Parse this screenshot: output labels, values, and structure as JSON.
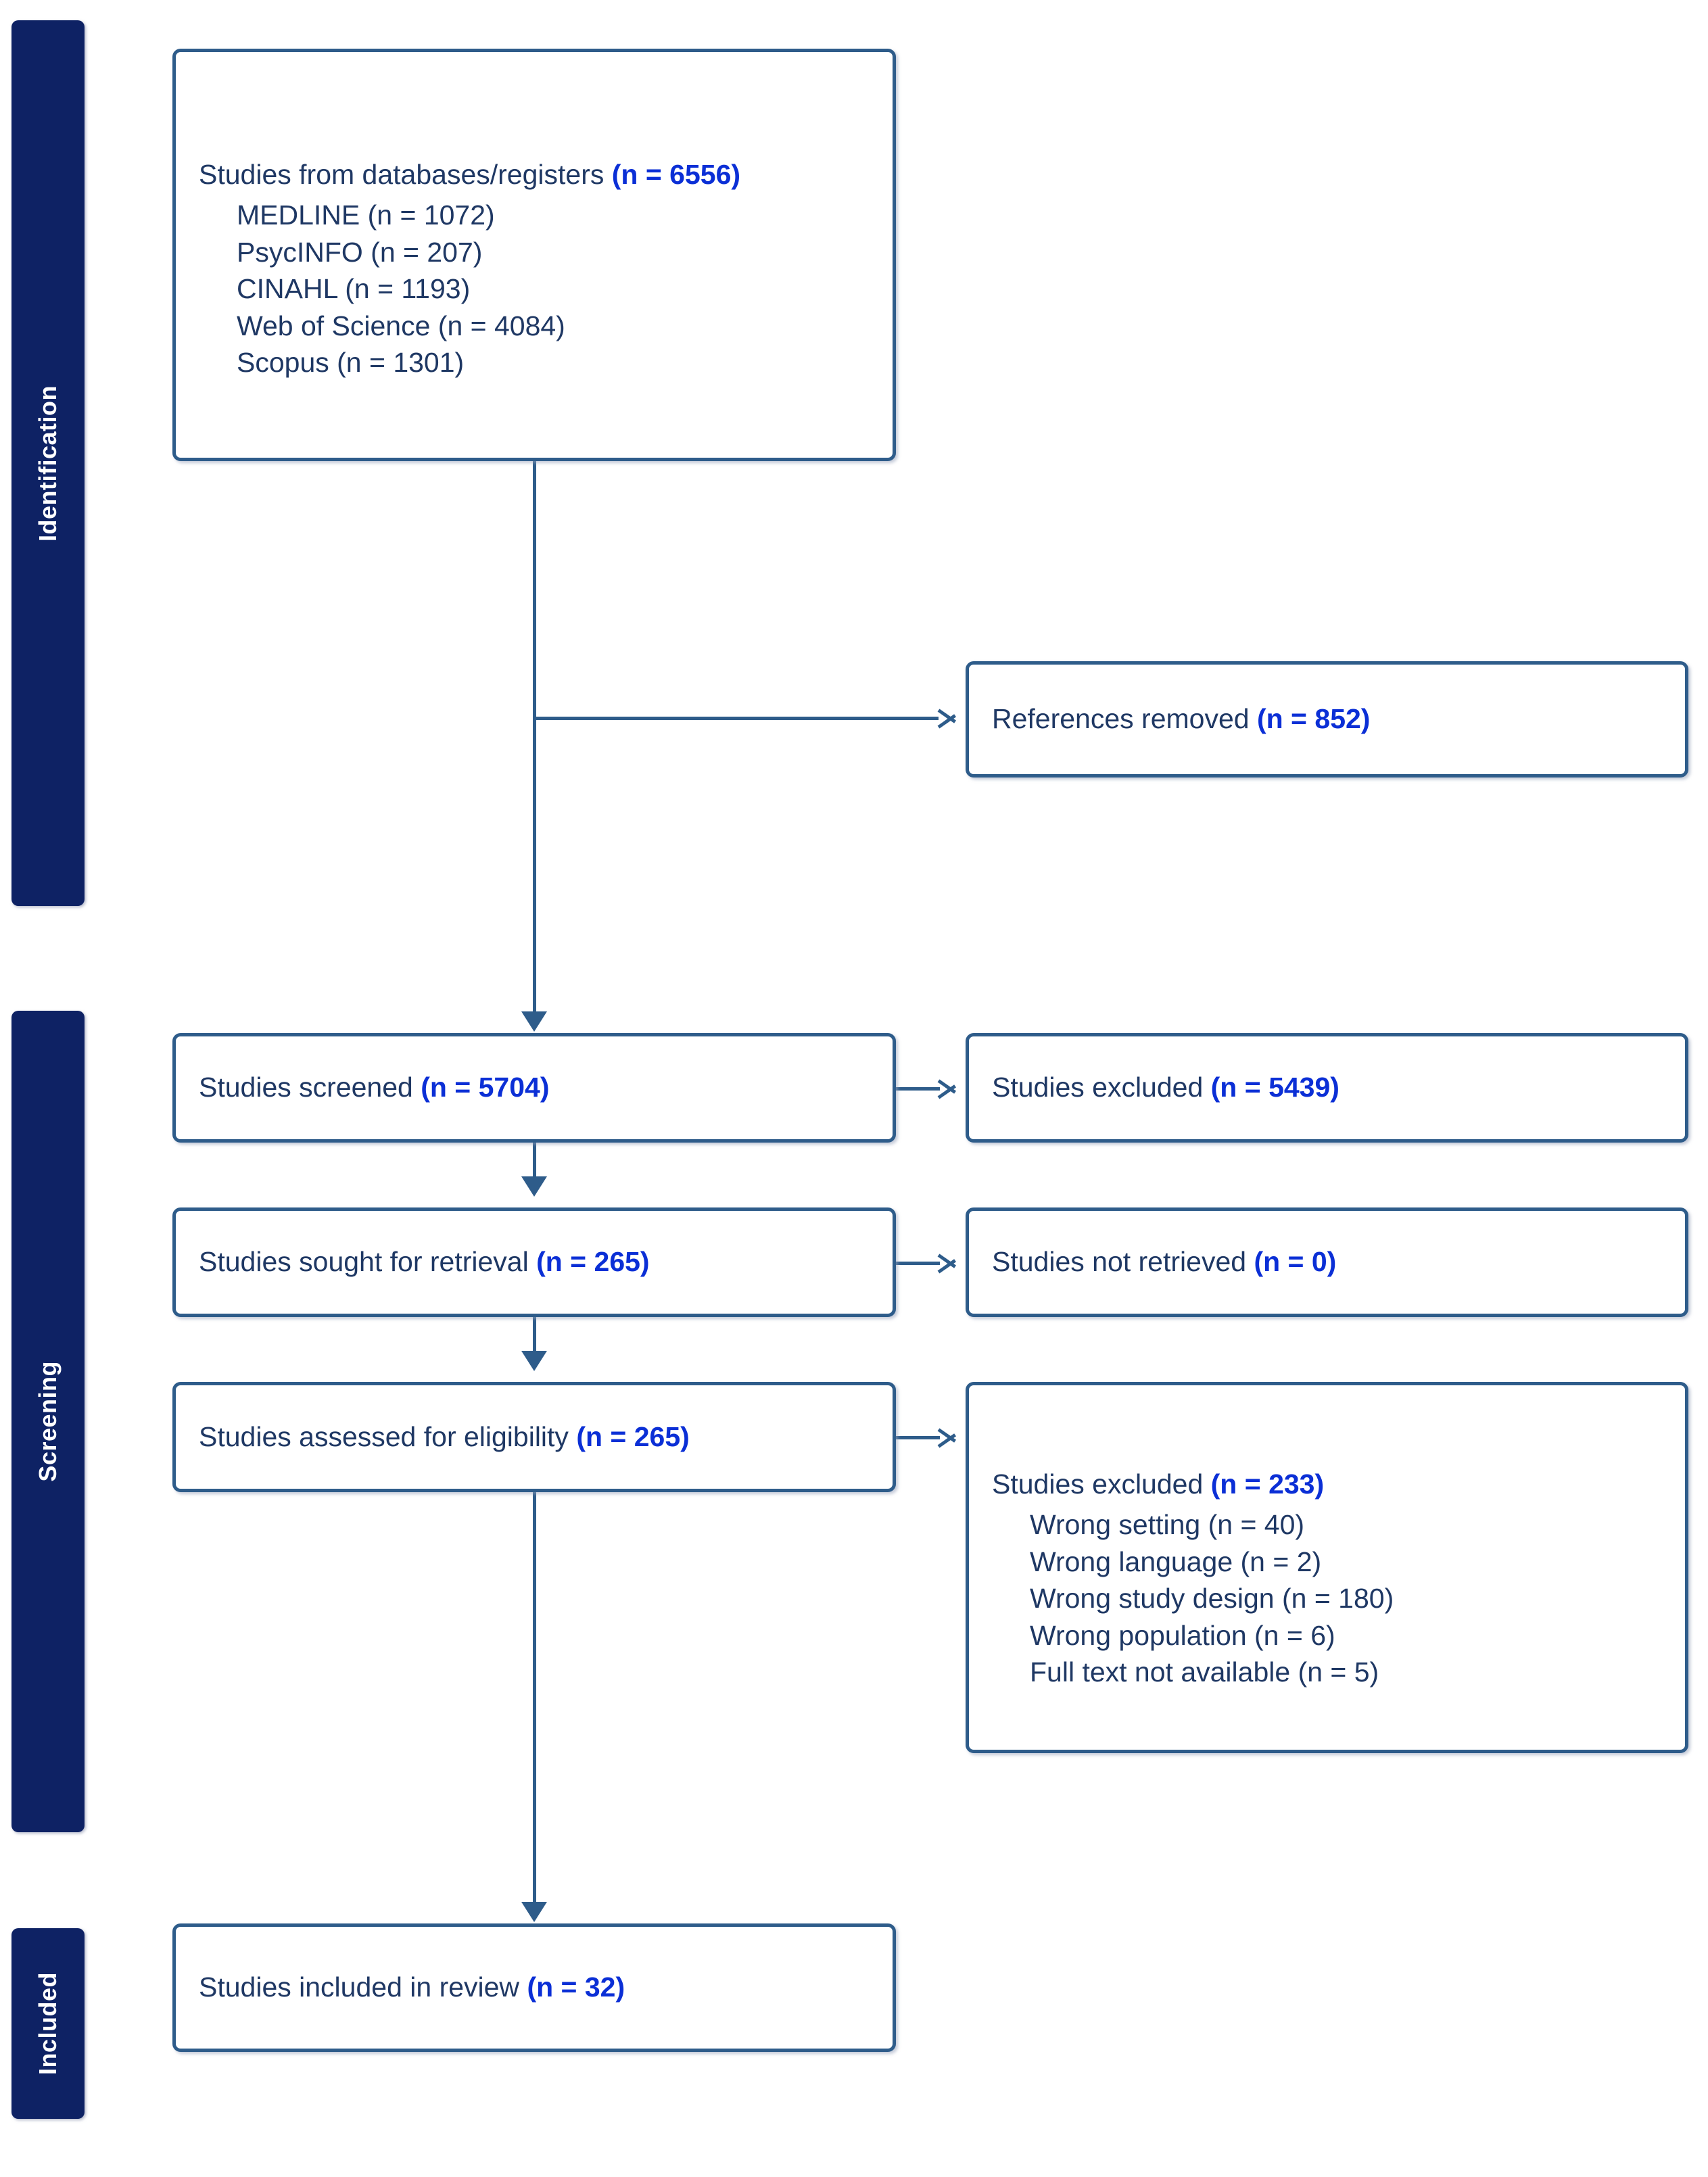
{
  "diagram": {
    "title": "PRISMA flow diagram",
    "colors": {
      "stage_bar_fill": "#0E2264",
      "stage_label_text": "#FFFFFF",
      "box_border": "#2E5C8A",
      "box_text": "#1F3864",
      "count_text": "#0B2FD6",
      "background": "#FFFFFF"
    }
  },
  "stages": [
    {
      "id": "identification",
      "label": "Identification"
    },
    {
      "id": "screening",
      "label": "Screening"
    },
    {
      "id": "included",
      "label": "Included"
    }
  ],
  "boxes": {
    "databases": {
      "label": "Studies from databases/registers ",
      "count": "(n = 6556)",
      "sources": [
        "MEDLINE (n = 1072)",
        "PsycINFO (n = 207)",
        "CINAHL (n = 1193)",
        "Web of Science (n = 4084)",
        "Scopus (n = 1301)"
      ]
    },
    "references_removed": {
      "label": "References removed ",
      "count": "(n = 852)"
    },
    "screened": {
      "label": "Studies screened ",
      "count": "(n = 5704)"
    },
    "screened_excluded": {
      "label": "Studies excluded ",
      "count": "(n = 5439)"
    },
    "sought": {
      "label": "Studies sought for retrieval ",
      "count": "(n = 265)"
    },
    "not_retrieved": {
      "label": "Studies not retrieved ",
      "count": "(n = 0)"
    },
    "eligibility": {
      "label": "Studies assessed for eligibility ",
      "count": "(n = 265)"
    },
    "eligibility_excluded": {
      "label": "Studies excluded ",
      "count": "(n = 233)",
      "reasons": [
        "Wrong setting (n = 40)",
        "Wrong language (n = 2)",
        "Wrong study design (n = 180)",
        "Wrong population (n = 6)",
        "Full text not available (n = 5)"
      ]
    },
    "included": {
      "label": "Studies included in review ",
      "count": "(n = 32)"
    }
  },
  "chart_data": {
    "type": "diagram",
    "title": "PRISMA 2020 flow diagram",
    "nodes": [
      {
        "id": "databases",
        "stage": "Identification",
        "text": "Studies from databases/registers",
        "n": 6556,
        "children": [
          {
            "text": "MEDLINE",
            "n": 1072
          },
          {
            "text": "PsycINFO",
            "n": 207
          },
          {
            "text": "CINAHL",
            "n": 1193
          },
          {
            "text": "Web of Science",
            "n": 4084
          },
          {
            "text": "Scopus",
            "n": 1301
          }
        ]
      },
      {
        "id": "references_removed",
        "stage": "Identification",
        "text": "References removed",
        "n": 852
      },
      {
        "id": "screened",
        "stage": "Screening",
        "text": "Studies screened",
        "n": 5704
      },
      {
        "id": "screened_excluded",
        "stage": "Screening",
        "text": "Studies excluded",
        "n": 5439
      },
      {
        "id": "sought",
        "stage": "Screening",
        "text": "Studies sought for retrieval",
        "n": 265
      },
      {
        "id": "not_retrieved",
        "stage": "Screening",
        "text": "Studies not retrieved",
        "n": 0
      },
      {
        "id": "eligibility",
        "stage": "Screening",
        "text": "Studies assessed for eligibility",
        "n": 265
      },
      {
        "id": "eligibility_excluded",
        "stage": "Screening",
        "text": "Studies excluded",
        "n": 233,
        "children": [
          {
            "text": "Wrong setting",
            "n": 40
          },
          {
            "text": "Wrong language",
            "n": 2
          },
          {
            "text": "Wrong study design",
            "n": 180
          },
          {
            "text": "Wrong population",
            "n": 6
          },
          {
            "text": "Full text not available",
            "n": 5
          }
        ]
      },
      {
        "id": "included",
        "stage": "Included",
        "text": "Studies included in review",
        "n": 32
      }
    ],
    "edges": [
      {
        "from": "databases",
        "to": "references_removed"
      },
      {
        "from": "databases",
        "to": "screened"
      },
      {
        "from": "screened",
        "to": "screened_excluded"
      },
      {
        "from": "screened",
        "to": "sought"
      },
      {
        "from": "sought",
        "to": "not_retrieved"
      },
      {
        "from": "sought",
        "to": "eligibility"
      },
      {
        "from": "eligibility",
        "to": "eligibility_excluded"
      },
      {
        "from": "eligibility",
        "to": "included"
      }
    ]
  }
}
